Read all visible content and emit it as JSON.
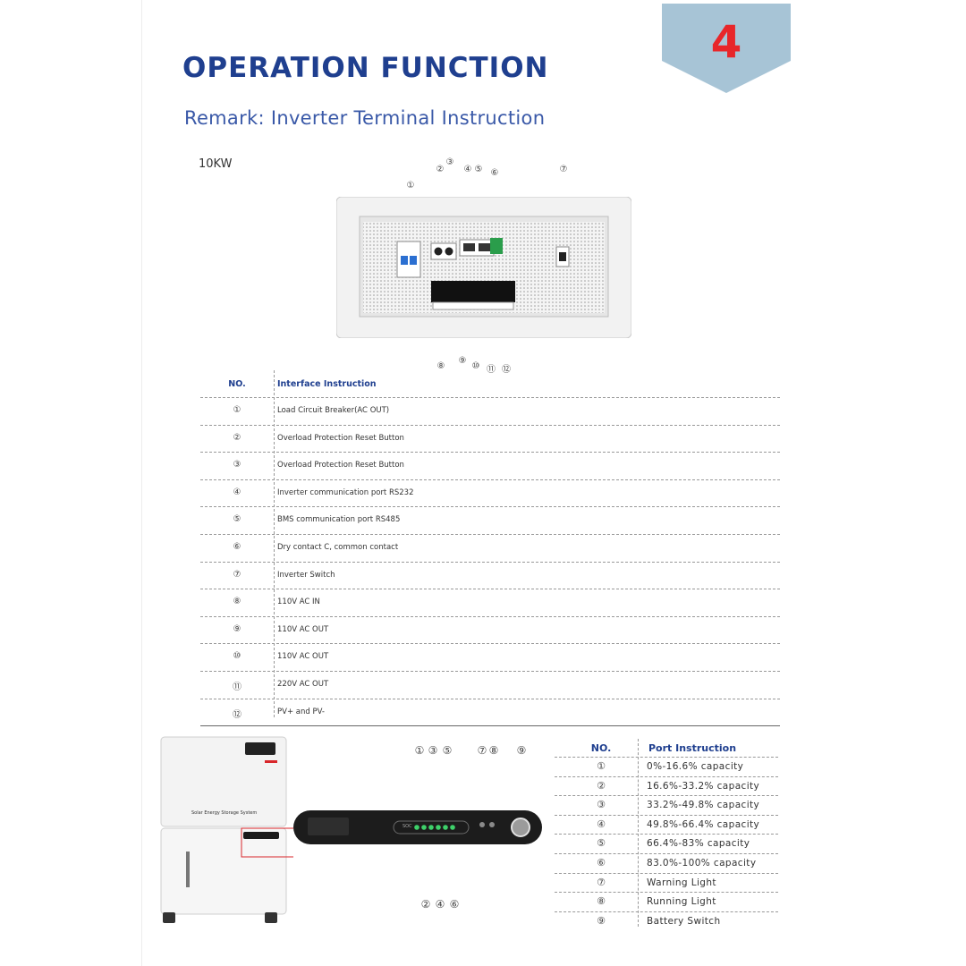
{
  "page": {
    "badge_number": "4",
    "title": "OPERATION FUNCTION",
    "subtitle": "Remark: Inverter Terminal Instruction",
    "model": "10KW"
  },
  "colors": {
    "title": "#1f3f8f",
    "badge_bg": "#a7c4d6",
    "badge_text": "#e8262a",
    "led_green": "#3ed16a"
  },
  "inverter_callouts": [
    "①",
    "②",
    "③",
    "④",
    "⑤",
    "⑥",
    "⑦",
    "⑧",
    "⑨",
    "⑩",
    "⑪",
    "⑫"
  ],
  "interface_table": {
    "header_no": "NO.",
    "header_text": "Interface Instruction",
    "rows": [
      {
        "no": "①",
        "text": "Load Circuit Breaker(AC OUT)"
      },
      {
        "no": "②",
        "text": "Overload Protection Reset Button"
      },
      {
        "no": "③",
        "text": "Overload Protection Reset Button"
      },
      {
        "no": "④",
        "text": "Inverter communication port RS232"
      },
      {
        "no": "⑤",
        "text": "BMS communication port RS485"
      },
      {
        "no": "⑥",
        "text": "Dry contact C, common contact"
      },
      {
        "no": "⑦",
        "text": "Inverter Switch"
      },
      {
        "no": "⑧",
        "text": "110V AC IN"
      },
      {
        "no": "⑨",
        "text": "110V AC OUT"
      },
      {
        "no": "⑩",
        "text": "110V AC OUT"
      },
      {
        "no": "⑪",
        "text": "220V AC OUT"
      },
      {
        "no": "⑫",
        "text": "PV+ and PV-"
      }
    ]
  },
  "battery_unit": {
    "label": "Solar Energy Storage System"
  },
  "panel_callouts": {
    "top": [
      "①",
      "③",
      "⑤",
      "⑦",
      "⑧",
      "⑨"
    ],
    "bottom": [
      "②",
      "④",
      "⑥"
    ],
    "soc_label": "SOC"
  },
  "port_table": {
    "header_no": "NO.",
    "header_text": "Port Instruction",
    "rows": [
      {
        "no": "①",
        "text": "0%-16.6% capacity"
      },
      {
        "no": "②",
        "text": "16.6%-33.2% capacity"
      },
      {
        "no": "③",
        "text": "33.2%-49.8% capacity"
      },
      {
        "no": "④",
        "text": "49.8%-66.4% capacity"
      },
      {
        "no": "⑤",
        "text": "66.4%-83% capacity"
      },
      {
        "no": "⑥",
        "text": "83.0%-100% capacity"
      },
      {
        "no": "⑦",
        "text": "Warning Light"
      },
      {
        "no": "⑧",
        "text": "Running Light"
      },
      {
        "no": "⑨",
        "text": "Battery Switch"
      }
    ]
  }
}
